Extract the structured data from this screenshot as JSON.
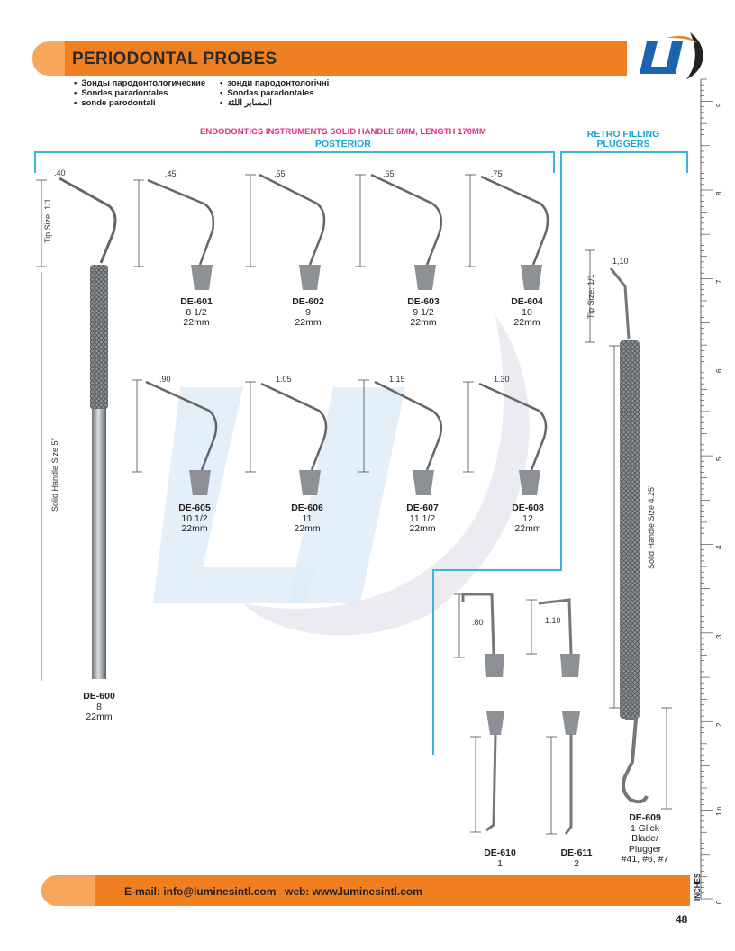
{
  "header": {
    "title": "PERIODONTAL PROBES",
    "languages_left": [
      "Зонды пародонтологические",
      "Sondes paradontales",
      "sonde parodontali"
    ],
    "languages_right": [
      "зонди пародонтологічні",
      "Sondas paradontales",
      "المسابر اللثة"
    ]
  },
  "sections": {
    "main_title": "ENDODONTICS INSTRUMENTS SOLID HANDLE 6MM, LENGTH 170MM",
    "posterior": "POSTERIOR",
    "retro_line1": "RETRO FILLING",
    "retro_line2": "PLUGGERS"
  },
  "labels": {
    "tip_size": "Tip Size: 1/1",
    "tip_size_2": "Tip Size: 1/1",
    "solid_handle_5": "Solid Handle Size 5\"",
    "solid_handle_425": "Solid Handle Size 4.25\""
  },
  "products": [
    {
      "code": "DE-600",
      "size": "8",
      "length": "22mm",
      "tip": ".40"
    },
    {
      "code": "DE-601",
      "size": "8 1/2",
      "length": "22mm",
      "tip": ".45"
    },
    {
      "code": "DE-602",
      "size": "9",
      "length": "22mm",
      "tip": ".55"
    },
    {
      "code": "DE-603",
      "size": "9 1/2",
      "length": "22mm",
      "tip": ".65"
    },
    {
      "code": "DE-604",
      "size": "10",
      "length": "22mm",
      "tip": ".75"
    },
    {
      "code": "DE-605",
      "size": "10 1/2",
      "length": "22mm",
      "tip": ".90"
    },
    {
      "code": "DE-606",
      "size": "11",
      "length": "22mm",
      "tip": "1.05"
    },
    {
      "code": "DE-607",
      "size": "11 1/2",
      "length": "22mm",
      "tip": "1.15"
    },
    {
      "code": "DE-608",
      "size": "12",
      "length": "22mm",
      "tip": "1.30"
    },
    {
      "code": "DE-609",
      "line1": "1 Glick",
      "line2": "Blade/",
      "line3": "Plugger",
      "line4": "#41, #6, #7",
      "tip": "1,10"
    },
    {
      "code": "DE-610",
      "size": "1",
      "tip": ".80"
    },
    {
      "code": "DE-611",
      "size": "2",
      "tip": "1.10"
    }
  ],
  "ruler": {
    "unit": "INCHES",
    "numbers": [
      "0",
      "1in",
      "2",
      "3",
      "4",
      "5",
      "6",
      "7",
      "8",
      "9"
    ]
  },
  "footer": {
    "email": "E-mail: info@luminesintl.com",
    "web": "web: www.luminesintl.com",
    "page": "48"
  },
  "colors": {
    "accent_orange": "#f07f22",
    "accent_light_orange": "#f7a65a",
    "pink": "#e3307f",
    "cyan": "#1aa3d6",
    "logo_blue": "#1b64b0"
  }
}
